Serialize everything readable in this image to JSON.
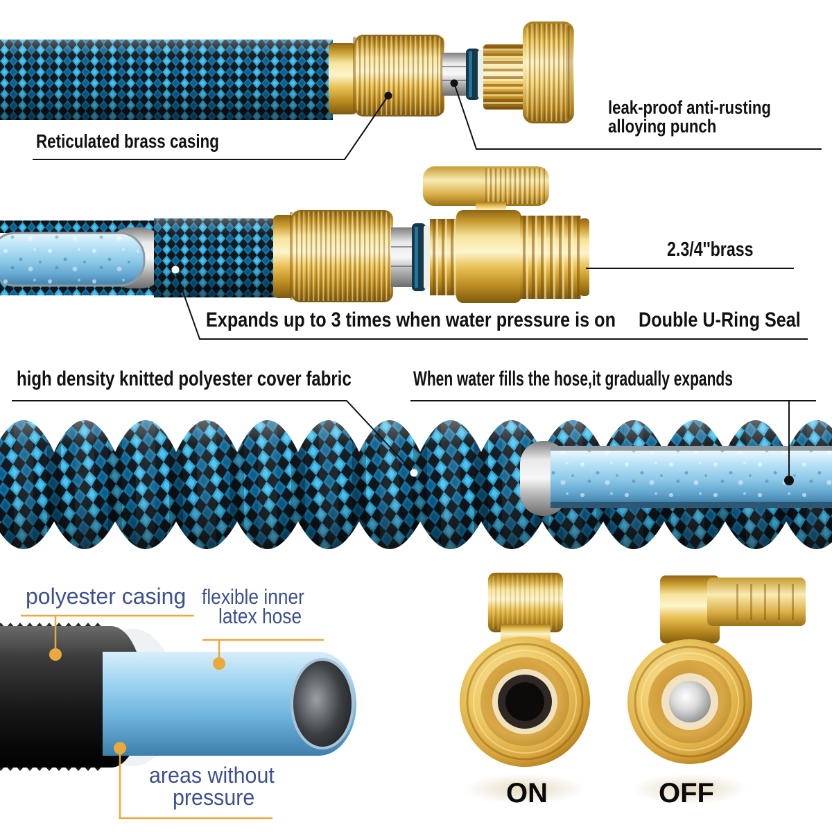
{
  "image_type": "expandable-garden-hose-product-infographic",
  "colors": {
    "background": "#ffffff",
    "annotation_text": "#111111",
    "blue_label_text": "#3c508f",
    "callout_line": "#111111",
    "accent_callout": "#e9a93c",
    "braid_blue": "#2aa4d8",
    "braid_dark": "#10161a",
    "brass": "#e9c054",
    "latex_blue": "#8fc6e8",
    "silver": "#c9c9c9"
  },
  "annotations": {
    "top_left": "Reticulated brass casing",
    "top_right_line1": "leak-proof anti-rusting",
    "top_right_line2": "alloying punch",
    "valve_size": "2.3/4''brass",
    "expand_note": "Expands up to 3 times when water pressure is on",
    "seal_note": "Double U-Ring Seal",
    "fabric_note": "high density knitted polyester cover fabric",
    "fill_note": "When water fills the hose,it gradually expands",
    "casing_label": "polyester casing",
    "inner_hose_label_line1": "flexible inner",
    "inner_hose_label_line2": "latex hose",
    "pressure_label_line1": "areas without",
    "pressure_label_line2": "pressure",
    "valve_on": "ON",
    "valve_off": "OFF"
  }
}
